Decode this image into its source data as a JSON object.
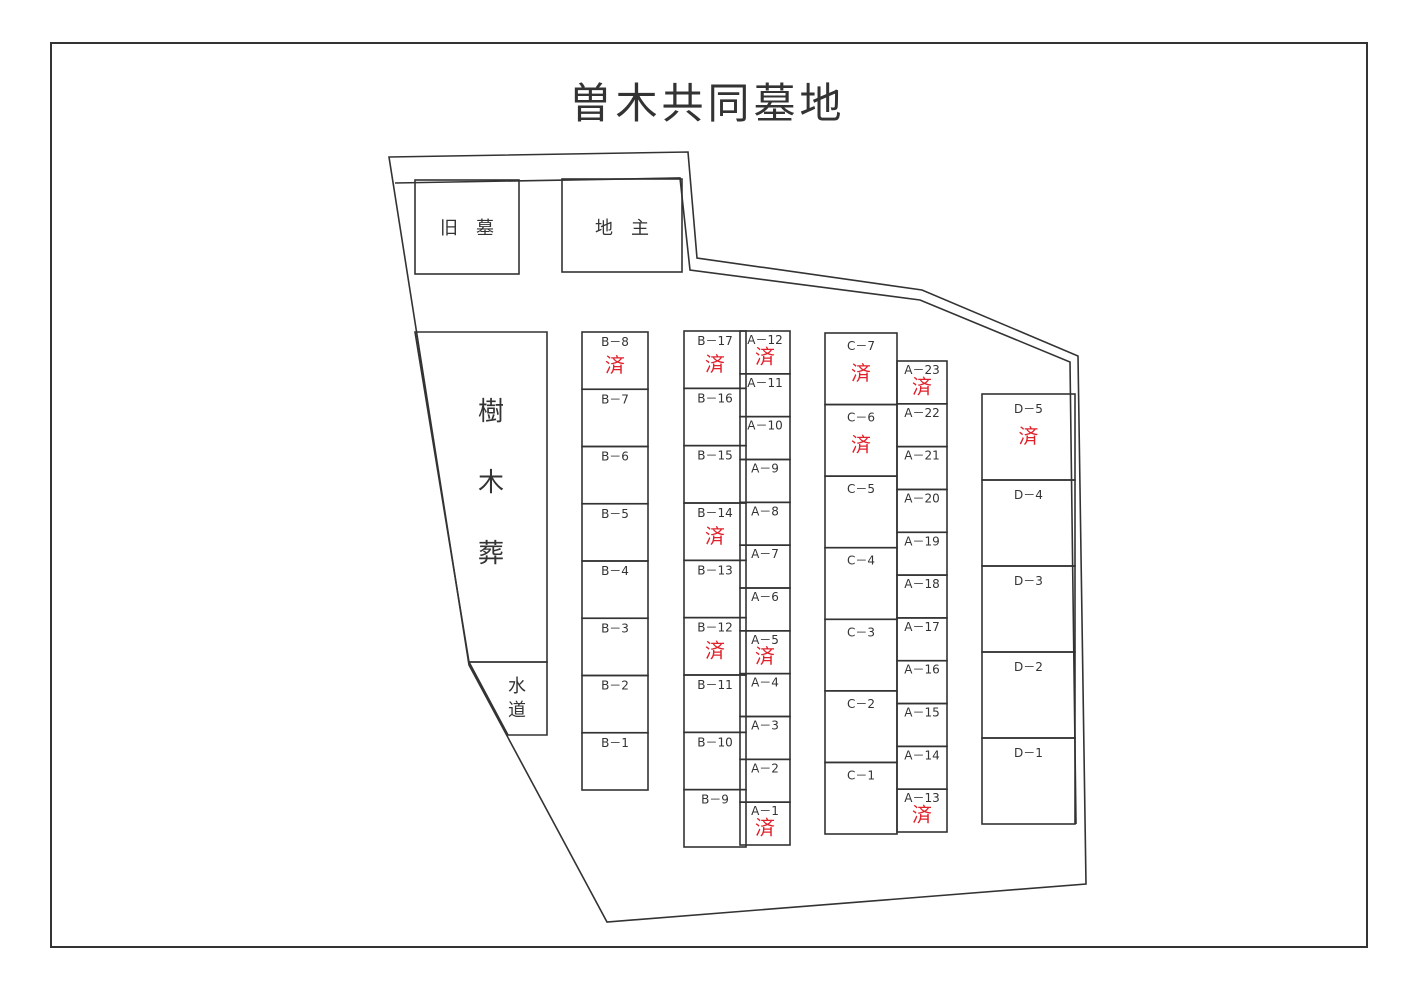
{
  "title": "曽木共同墓地",
  "areas": {
    "old_grave": "旧　墓",
    "landowner": "地　主",
    "tree_burial": [
      "樹",
      "木",
      "葬"
    ],
    "water": [
      "水",
      "道"
    ]
  },
  "done_mark": "済",
  "done_color": "#e0202a",
  "columns": [
    {
      "name": "b-left",
      "plots": [
        {
          "label": "B－8",
          "done": true
        },
        {
          "label": "B－7",
          "done": false
        },
        {
          "label": "B－6",
          "done": false
        },
        {
          "label": "B－5",
          "done": false
        },
        {
          "label": "B－4",
          "done": false
        },
        {
          "label": "B－3",
          "done": false
        },
        {
          "label": "B－2",
          "done": false
        },
        {
          "label": "B－1",
          "done": false
        }
      ]
    },
    {
      "name": "b-right",
      "plots": [
        {
          "label": "B－17",
          "done": true
        },
        {
          "label": "B－16",
          "done": false
        },
        {
          "label": "B－15",
          "done": false
        },
        {
          "label": "B－14",
          "done": true
        },
        {
          "label": "B－13",
          "done": false
        },
        {
          "label": "B－12",
          "done": true
        },
        {
          "label": "B－11",
          "done": false
        },
        {
          "label": "B－10",
          "done": false
        },
        {
          "label": "B－9",
          "done": false
        }
      ]
    },
    {
      "name": "a-left",
      "plots": [
        {
          "label": "A－12",
          "done": true
        },
        {
          "label": "A－11",
          "done": false
        },
        {
          "label": "A－10",
          "done": false
        },
        {
          "label": "A－9",
          "done": false
        },
        {
          "label": "A－8",
          "done": false
        },
        {
          "label": "A－7",
          "done": false
        },
        {
          "label": "A－6",
          "done": false
        },
        {
          "label": "A－5",
          "done": true
        },
        {
          "label": "A－4",
          "done": false
        },
        {
          "label": "A－3",
          "done": false
        },
        {
          "label": "A－2",
          "done": false
        },
        {
          "label": "A－1",
          "done": true
        }
      ]
    },
    {
      "name": "c",
      "plots": [
        {
          "label": "C－7",
          "done": true
        },
        {
          "label": "C－6",
          "done": true
        },
        {
          "label": "C－5",
          "done": false
        },
        {
          "label": "C－4",
          "done": false
        },
        {
          "label": "C－3",
          "done": false
        },
        {
          "label": "C－2",
          "done": false
        },
        {
          "label": "C－1",
          "done": false
        }
      ]
    },
    {
      "name": "a-right",
      "plots": [
        {
          "label": "A－23",
          "done": true
        },
        {
          "label": "A－22",
          "done": false
        },
        {
          "label": "A－21",
          "done": false
        },
        {
          "label": "A－20",
          "done": false
        },
        {
          "label": "A－19",
          "done": false
        },
        {
          "label": "A－18",
          "done": false
        },
        {
          "label": "A－17",
          "done": false
        },
        {
          "label": "A－16",
          "done": false
        },
        {
          "label": "A－15",
          "done": false
        },
        {
          "label": "A－14",
          "done": false
        },
        {
          "label": "A－13",
          "done": true
        }
      ]
    },
    {
      "name": "d",
      "plots": [
        {
          "label": "D－5",
          "done": true
        },
        {
          "label": "D－4",
          "done": false
        },
        {
          "label": "D－3",
          "done": false
        },
        {
          "label": "D－2",
          "done": false
        },
        {
          "label": "D－1",
          "done": false
        }
      ]
    }
  ]
}
